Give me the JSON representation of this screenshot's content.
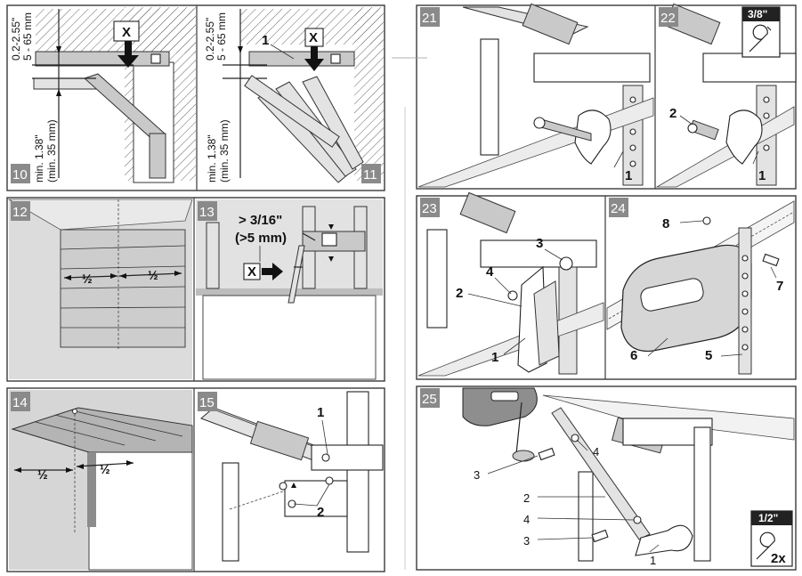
{
  "steps": {
    "s10": "10",
    "s11": "11",
    "s12": "12",
    "s13": "13",
    "s14": "14",
    "s15": "15",
    "s21": "21",
    "s22": "22",
    "s23": "23",
    "s24": "24",
    "s25": "25"
  },
  "dims": {
    "gap_in": "0.2-2.55\"",
    "gap_mm": "5 - 65 mm",
    "min_in": "min. 1.38\"",
    "min_mm": "(min. 35 mm)",
    "offset_in": "> 3/16\"",
    "offset_mm": "(>5 mm)"
  },
  "labels": {
    "x": "X",
    "half": "½",
    "one": "1",
    "two": "2",
    "three": "3",
    "four": "4",
    "five": "5",
    "six": "6",
    "seven": "7",
    "eight": "8"
  },
  "tools": {
    "wrench_small": "3/8\"",
    "wrench_large": "1/2\"",
    "times_two": "2x"
  },
  "colors": {
    "badge": "#8a8a8a",
    "frame": "#3a3a3a"
  }
}
